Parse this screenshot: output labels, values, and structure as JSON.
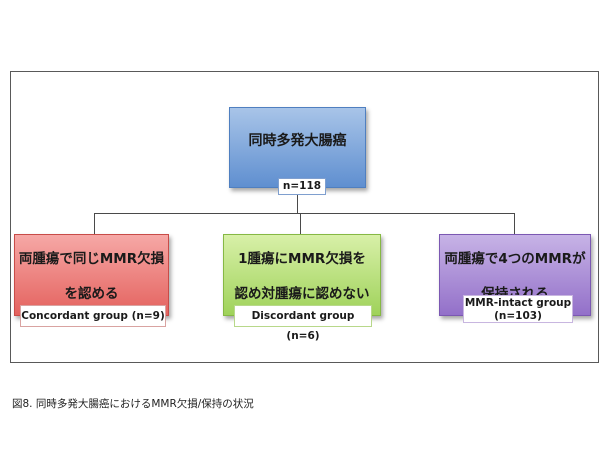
{
  "top": {
    "label": "同時多発大腸癌",
    "count": "n=118"
  },
  "groups": [
    {
      "line1": "両腫瘍で同じMMR欠損",
      "line2": "を認める",
      "sub1": "Concordant group (n=9)",
      "sub2": ""
    },
    {
      "line1": "1腫瘍にMMR欠損を",
      "line2": "認め対腫瘍に認めない",
      "sub1": "Discordant group (n=6)",
      "sub2": ""
    },
    {
      "line1": "両腫瘍で4つのMMRが",
      "line2": "保持される",
      "sub1": "MMR-intact group",
      "sub2": "(n=103)"
    }
  ],
  "caption": "図8. 同時多発大腸癌におけるMMR欠損/保持の状況",
  "colors": {
    "top_fill": "#5f8fd0",
    "concordant_fill": "#e4625e",
    "discordant_fill": "#9fd25a",
    "intact_fill": "#9370c9"
  }
}
